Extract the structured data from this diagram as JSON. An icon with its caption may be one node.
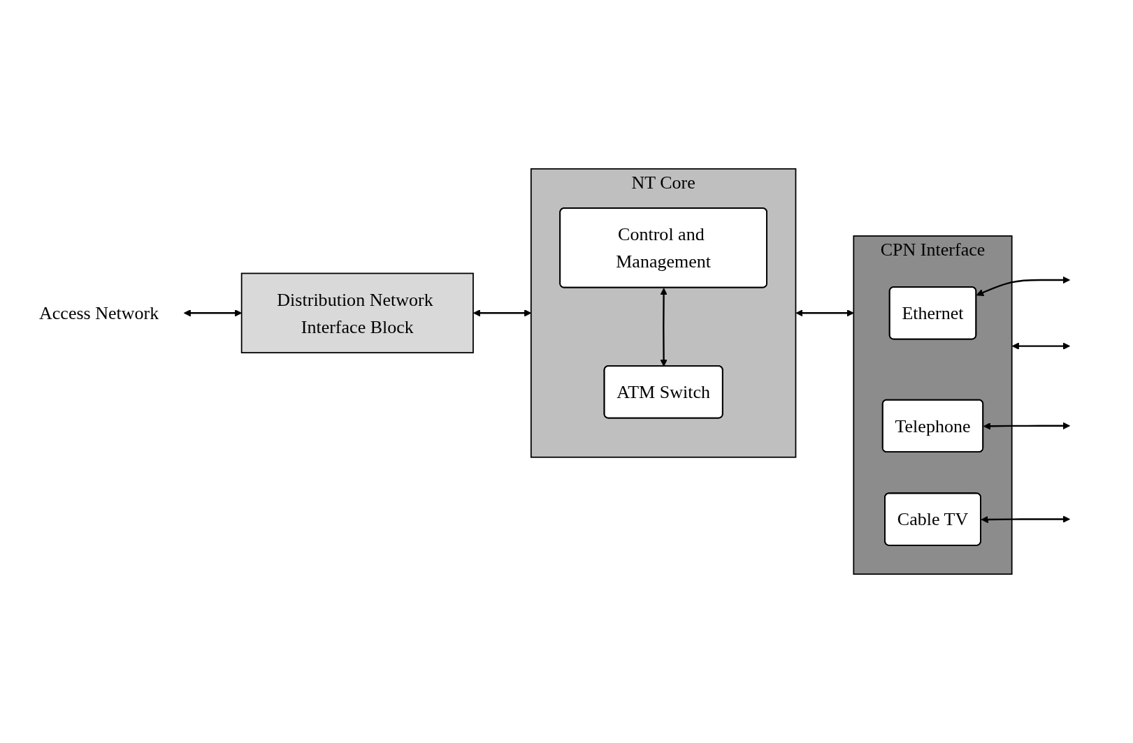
{
  "diagram": {
    "nodes": [
      {
        "text": [
          "Access Network"
        ]
      },
      {
        "text": [
          "Distribution Network Interface Block"
        ]
      },
      {
        "text": [
          "NT Core"
        ]
      },
      {
        "text": [
          "Control and Management"
        ],
        "in": 2
      },
      {
        "text": [
          "ATM Switch"
        ],
        "in": 2
      },
      {
        "text": [
          "CPN Interface"
        ]
      },
      {
        "text": [
          "Ethernet"
        ],
        "in": 5
      },
      {
        "text": [
          "Telephone"
        ],
        "in": 5
      },
      {
        "text": [
          "Cable TV"
        ],
        "in": 5
      }
    ],
    "edges": [
      {
        "from": 0,
        "to": 1,
        "arrow": "both"
      },
      {
        "from": 1,
        "to": 2,
        "arrow": "both"
      },
      {
        "from": 3,
        "to": 4,
        "arrow": "both"
      },
      {
        "from": 2,
        "to": 5,
        "arrow": "both"
      },
      {
        "from": 6,
        "to": null,
        "arrow": "both"
      },
      {
        "from": 7,
        "to": null,
        "arrow": "both"
      },
      {
        "from": 8,
        "to": null,
        "arrow": "both"
      },
      {
        "from": 5,
        "to": null,
        "arrow": "both"
      }
    ]
  }
}
